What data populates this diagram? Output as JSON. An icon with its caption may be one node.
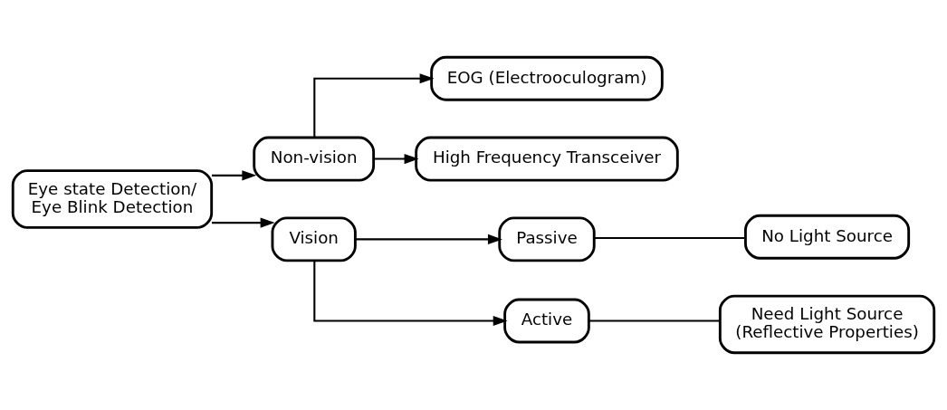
{
  "diagram": {
    "nodes": [
      {
        "text": [
          "Eye state Detection/ Eye Blink Detection"
        ]
      },
      {
        "text": [
          "Non-vision"
        ]
      },
      {
        "text": [
          "EOG (Electrooculogram)"
        ]
      },
      {
        "text": [
          "High Frequency Transceiver"
        ]
      },
      {
        "text": [
          "Vision"
        ]
      },
      {
        "text": [
          "Passive"
        ]
      },
      {
        "text": [
          "No Light Source"
        ]
      },
      {
        "text": [
          "Active"
        ]
      },
      {
        "text": [
          "Need Light Source (Reflective Properties)"
        ]
      }
    ],
    "edges": [
      {
        "from": 0,
        "to": 1,
        "arrow": "to"
      },
      {
        "from": 0,
        "to": 4,
        "arrow": "to"
      },
      {
        "from": 1,
        "to": 2,
        "arrow": "to"
      },
      {
        "from": 1,
        "to": 3,
        "arrow": "to"
      },
      {
        "from": 4,
        "to": 5,
        "arrow": "to"
      },
      {
        "from": 4,
        "to": 7,
        "arrow": "to"
      },
      {
        "from": 5,
        "to": 6,
        "arrow": "none"
      },
      {
        "from": 7,
        "to": 8,
        "arrow": "none"
      }
    ]
  }
}
